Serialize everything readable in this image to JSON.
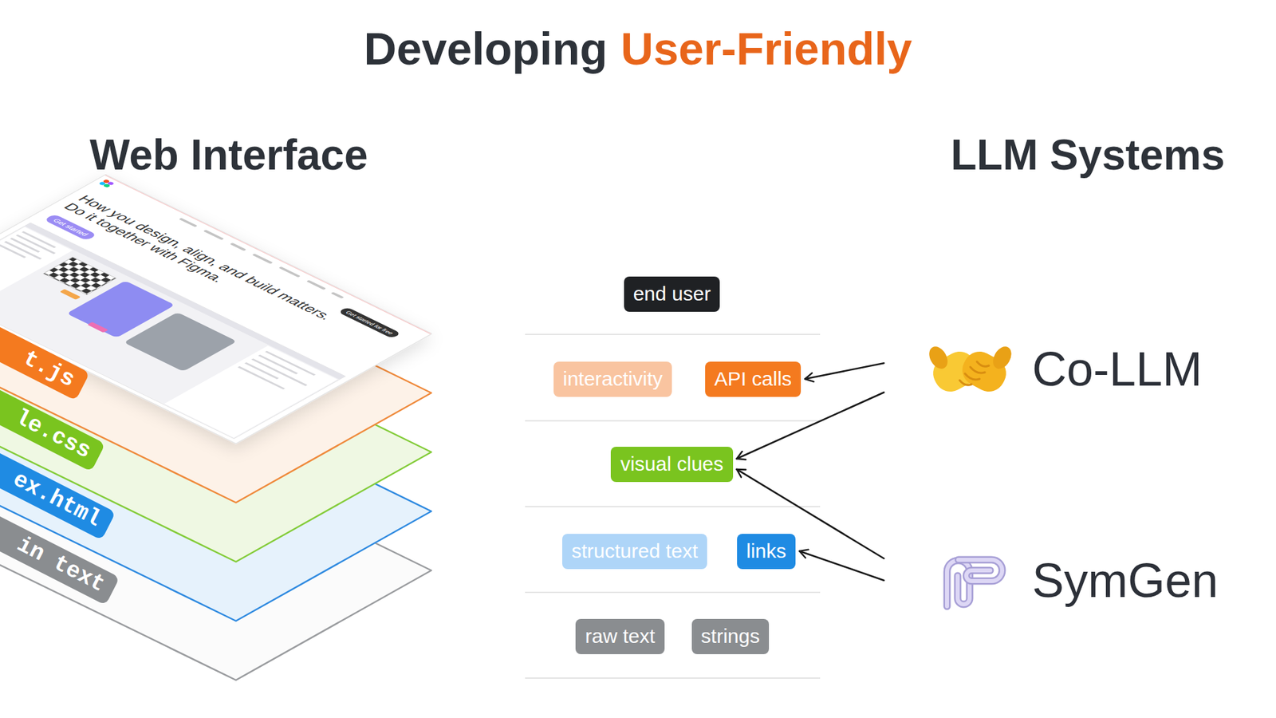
{
  "diagram": {
    "title": "Developing",
    "nodes": [
      {
        "text": [
          "end user"
        ]
      },
      {
        "text": [
          "interactivity"
        ]
      },
      {
        "text": [
          "API calls"
        ]
      },
      {
        "text": [
          "visual clues"
        ]
      },
      {
        "text": [
          "structured text"
        ]
      },
      {
        "text": [
          "links"
        ]
      },
      {
        "text": [
          "raw text"
        ]
      },
      {
        "text": [
          "strings"
        ]
      },
      {
        "text": [
          "Co-LLM"
        ]
      },
      {
        "text": [
          "SymGen"
        ]
      }
    ],
    "edges": [
      {
        "from": 8,
        "to": 2,
        "arrow": "to"
      },
      {
        "from": 8,
        "to": 3,
        "arrow": "to"
      },
      {
        "from": 9,
        "to": 3,
        "arrow": "to"
      },
      {
        "from": 9,
        "to": 5,
        "arrow": "to"
      }
    ],
    "labels": [
      "User-Friendly",
      "Web Interface",
      "LLM Systems",
      "t.js",
      "le.css",
      "ex.html",
      "in text",
      "How you design, align, and build matters. Do it together with Figma.",
      "Get started",
      "Get started for free"
    ]
  }
}
